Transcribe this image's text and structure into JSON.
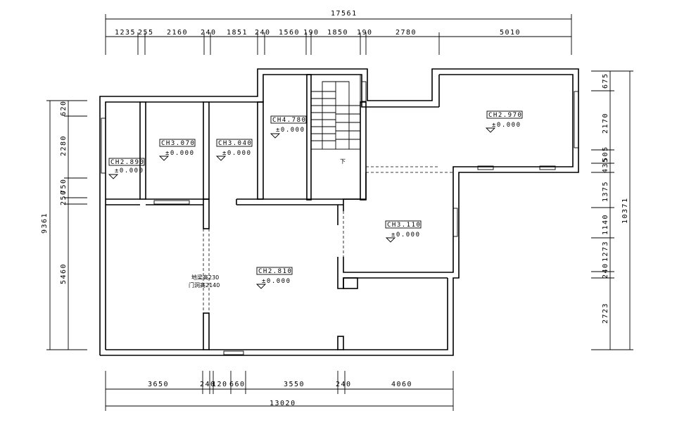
{
  "dimensions": {
    "top_total": "17561",
    "top_segments": [
      "1235",
      "255",
      "2160",
      "240",
      "1851",
      "240",
      "1560",
      "190",
      "1850",
      "190",
      "2780",
      "5010"
    ],
    "bottom_total": "13020",
    "bottom_segments": [
      "3650",
      "240",
      "120",
      "660",
      "3550",
      "240",
      "4060"
    ],
    "left_total": "9361",
    "left_segments": [
      "620",
      "2280",
      "750",
      "250",
      "5460"
    ],
    "right_total": "10371",
    "right_segments": [
      "675",
      "2170",
      "505",
      "435",
      "1375",
      "1140",
      "1273",
      "240",
      "2723"
    ]
  },
  "rooms": [
    {
      "ch": "CH2.890",
      "level": "±0.000"
    },
    {
      "ch": "CH3.070",
      "level": "±0.000"
    },
    {
      "ch": "CH3.040",
      "level": "±0.000"
    },
    {
      "ch": "CH4.780",
      "level": "±0.000"
    },
    {
      "ch": "CH2.970",
      "level": "±0.000"
    },
    {
      "ch": "CH3.110",
      "level": "±0.000"
    },
    {
      "ch": "CH2.810",
      "level": "±0.000"
    }
  ],
  "notes": {
    "beam": "地梁高230",
    "door": "门洞高2140",
    "stair": "下"
  }
}
